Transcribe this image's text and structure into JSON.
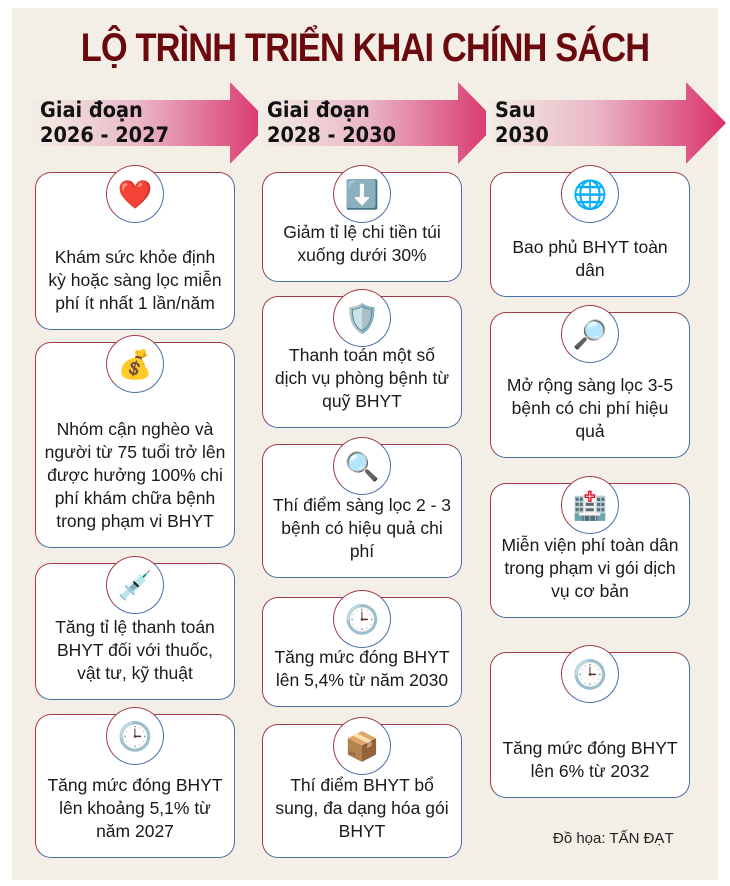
{
  "title": "LỘ TRÌNH TRIỂN KHAI CHÍNH SÁCH",
  "colors": {
    "title": "#6b0a0e",
    "arrow_start": "#f3efe6",
    "arrow_end": "#d8306a",
    "background": "#f3efe6"
  },
  "phases": [
    {
      "line1": "Giai đoạn",
      "line2": "2026 - 2027",
      "items": [
        {
          "icon": "heart-stethoscope-icon",
          "text": "Khám sức khỏe định kỳ hoặc sàng lọc miễn phí ít nhất 1 lần/năm"
        },
        {
          "icon": "person-money-bag-icon",
          "text": "Nhóm cận nghèo và người từ 75 tuổi trở lên được hưởng 100% chi phí khám chữa bệnh trong phạm vi BHYT"
        },
        {
          "icon": "arrow-up-syringe-icon",
          "text": "Tăng tỉ lệ thanh toán BHYT đối với thuốc, vật tư, kỹ thuật"
        },
        {
          "icon": "globe-clock-icon",
          "text": "Tăng mức đóng BHYT lên khoảng 5,1% từ năm 2027"
        }
      ]
    },
    {
      "line1": "Giai đoạn",
      "line2": "2028 - 2030",
      "items": [
        {
          "icon": "arrow-down-wallet-icon",
          "text": "Giảm tỉ lệ chi tiền túi xuống dưới 30%"
        },
        {
          "icon": "shield-heart-icon",
          "text": "Thanh toán một số dịch vụ phòng bệnh từ quỹ BHYT"
        },
        {
          "icon": "magnifier-dna-icon",
          "text": "Thí điểm sàng lọc 2 - 3 bệnh có hiệu quả chi phí"
        },
        {
          "icon": "globe-clock-icon",
          "text": "Tăng mức đóng BHYT lên 5,4% từ năm 2030"
        },
        {
          "icon": "plus-boxes-icon",
          "text": "Thí điểm BHYT bổ sung, đa dạng hóa gói BHYT"
        }
      ]
    },
    {
      "line1": "Sau",
      "line2": "2030",
      "items": [
        {
          "icon": "globe-people-icon",
          "text": "Bao phủ BHYT toàn dân"
        },
        {
          "icon": "magnifier-virus-icon",
          "text": "Mở rộng sàng lọc 3-5 bệnh có chi phí hiệu quả"
        },
        {
          "icon": "tag-hospital-icon",
          "text": "Miễn viện phí toàn dân trong phạm vi gói dịch vụ cơ bản"
        },
        {
          "icon": "globe-clock-icon",
          "text": "Tăng mức đóng BHYT lên 6% từ 2032"
        }
      ]
    }
  ],
  "credit": "Đồ họa: TẤN ĐẠT"
}
